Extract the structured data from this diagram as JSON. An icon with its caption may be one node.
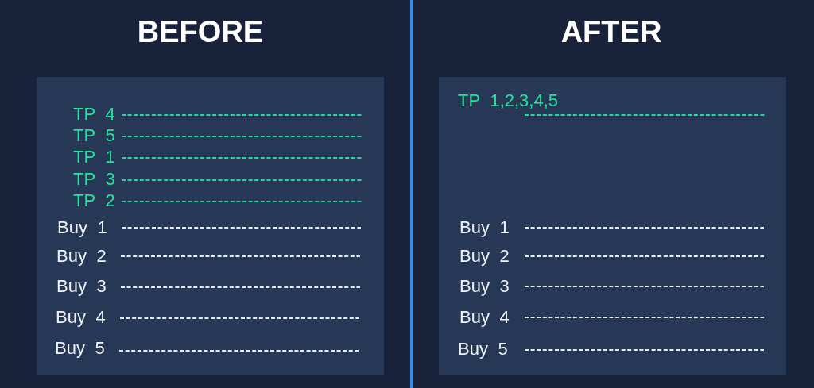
{
  "diagram": {
    "nodes": [
      {
        "text": [
          "BEFORE",
          "TP 4",
          "TP 5",
          "TP 1",
          "TP 3",
          "TP 2",
          "Buy 1",
          "Buy 2",
          "Buy 3",
          "Buy 4",
          "Buy 5"
        ]
      },
      {
        "text": [
          "AFTER",
          "TP 1,2,3,4,5",
          "Buy 1",
          "Buy 2",
          "Buy 3",
          "Buy 4",
          "Buy 5"
        ]
      }
    ]
  }
}
